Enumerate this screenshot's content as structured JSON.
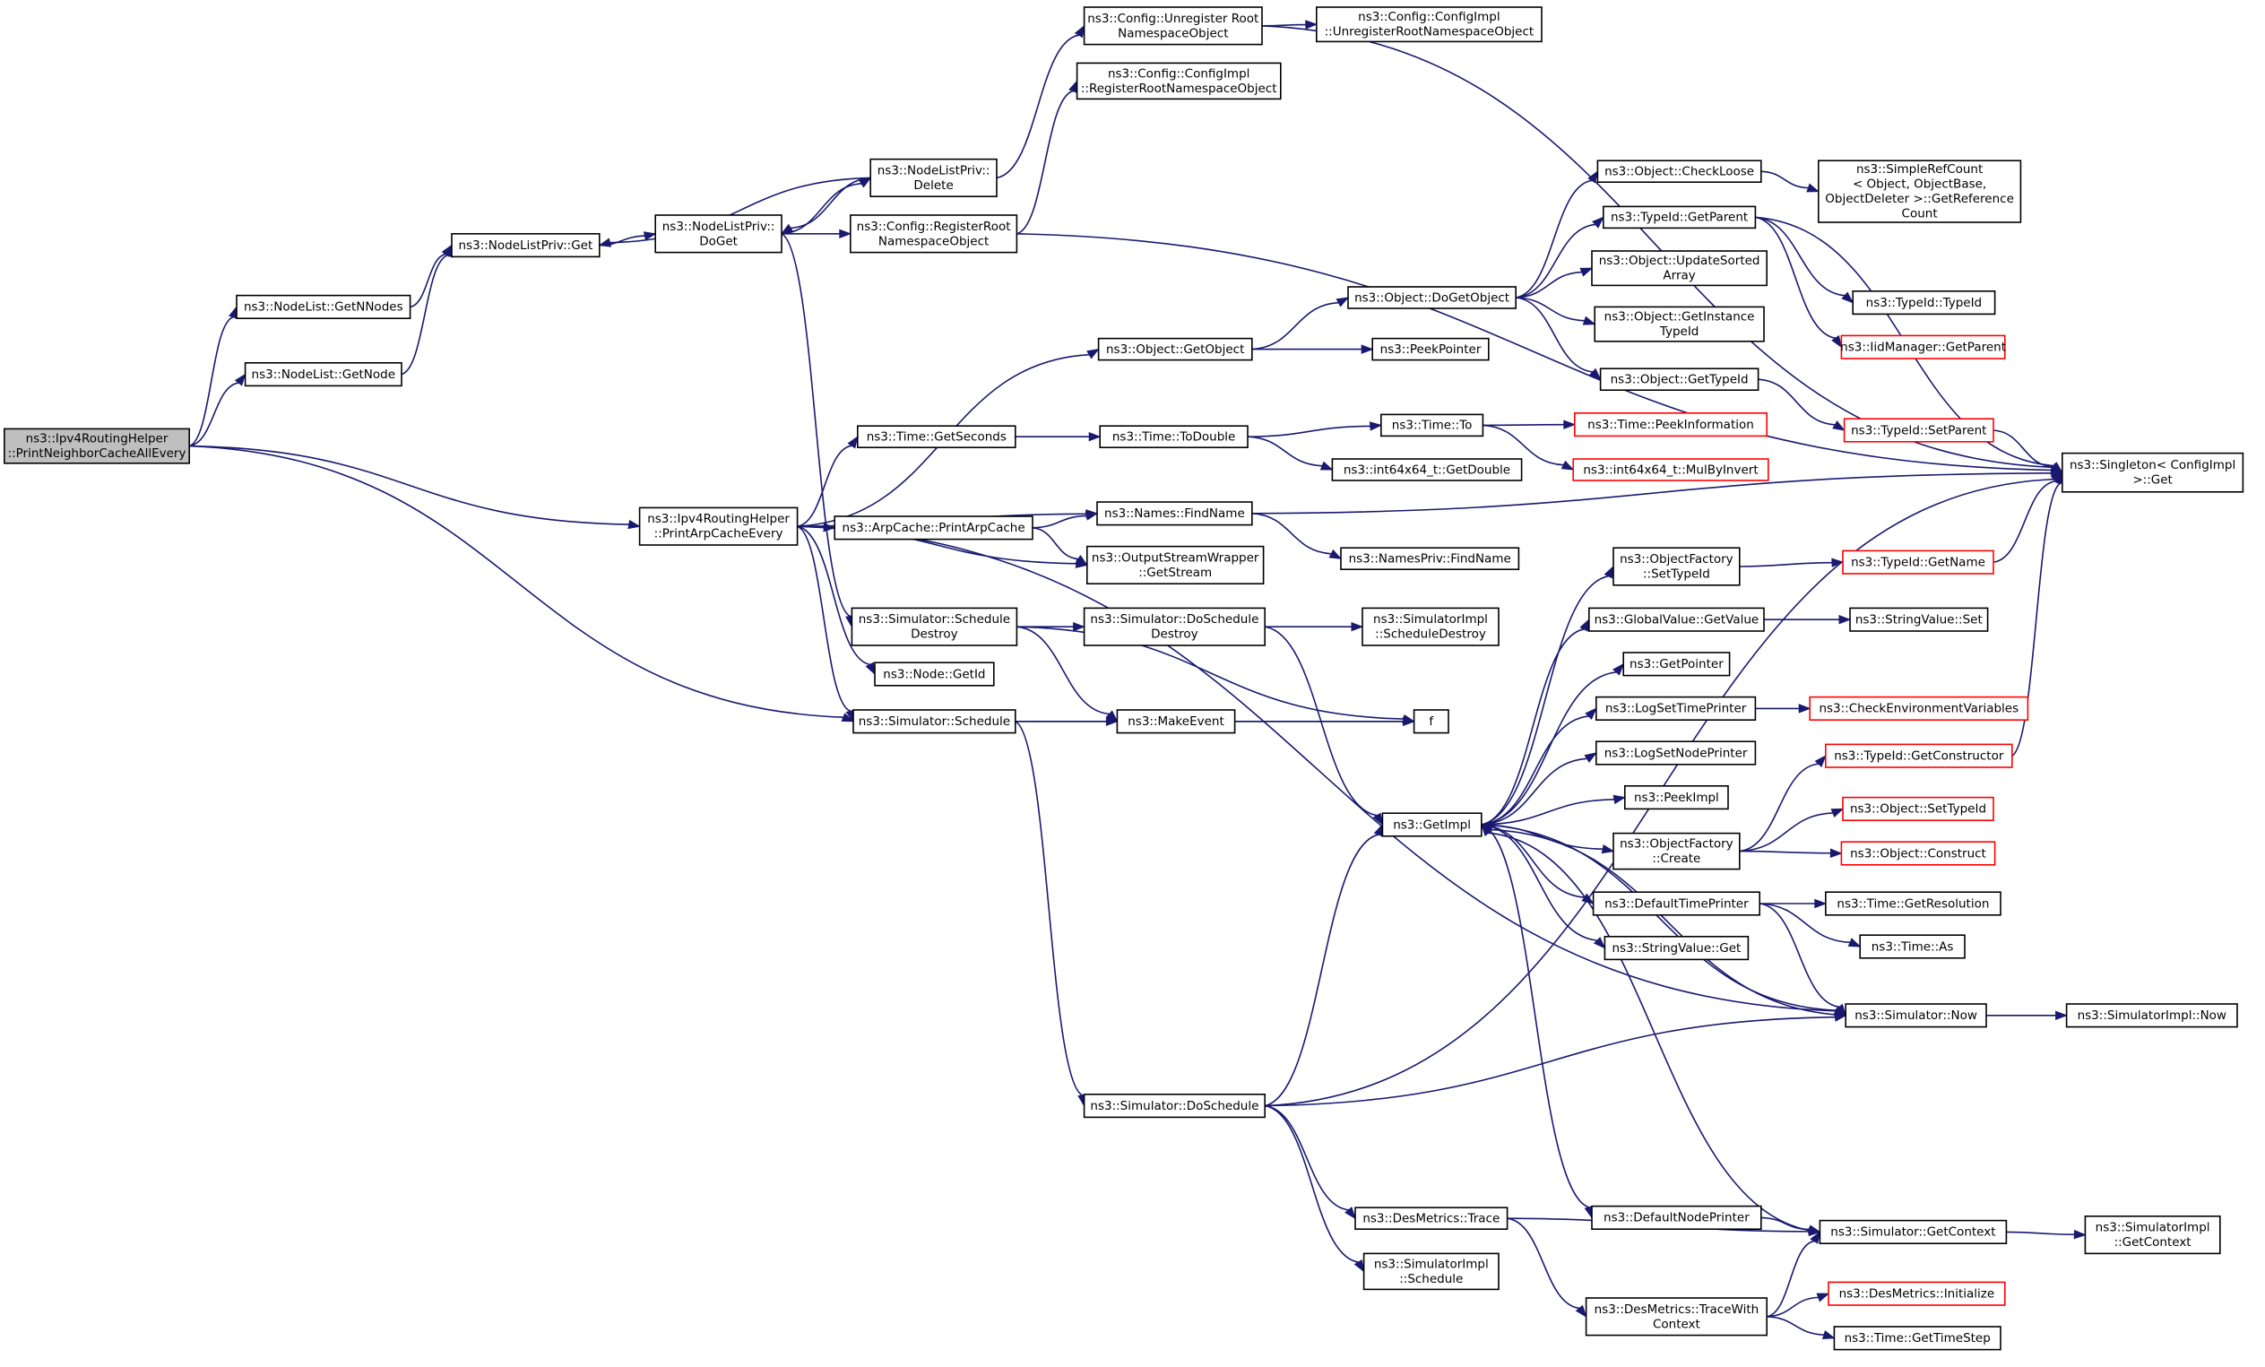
{
  "colors": {
    "edge": "#191970",
    "node_border": "#000000",
    "truncated_node_border": "#ff0000",
    "root_fill": "#bfbfbf",
    "node_fill": "#ffffff"
  },
  "nodes": [
    {
      "id": "root",
      "lines": [
        "ns3::Ipv4RoutingHelper",
        "::PrintNeighborCacheAllEvery"
      ],
      "root": true
    },
    {
      "id": "getnnodes",
      "lines": [
        "ns3::NodeList::GetNNodes"
      ]
    },
    {
      "id": "getnode",
      "lines": [
        "ns3::NodeList::GetNode"
      ]
    },
    {
      "id": "nlpget",
      "lines": [
        "ns3::NodeListPriv::Get"
      ]
    },
    {
      "id": "nlpdoget",
      "lines": [
        "ns3::NodeListPriv::",
        "DoGet"
      ]
    },
    {
      "id": "nlpdelete",
      "lines": [
        "ns3::NodeListPriv::",
        "Delete"
      ]
    },
    {
      "id": "cfgunreg",
      "lines": [
        "ns3::Config::Unregister Root",
        "NamespaceObject"
      ]
    },
    {
      "id": "cfgimplunreg",
      "lines": [
        "ns3::Config::ConfigImpl",
        "::UnregisterRootNamespaceObject"
      ]
    },
    {
      "id": "cfgimplreg",
      "lines": [
        "ns3::Config::ConfigImpl",
        "::RegisterRootNamespaceObject"
      ]
    },
    {
      "id": "cfgreg",
      "lines": [
        "ns3::Config::RegisterRoot",
        "NamespaceObject"
      ]
    },
    {
      "id": "printarp",
      "lines": [
        "ns3::Ipv4RoutingHelper",
        "::PrintArpCacheEvery"
      ]
    },
    {
      "id": "getobject",
      "lines": [
        "ns3::Object::GetObject"
      ]
    },
    {
      "id": "dogetobject",
      "lines": [
        "ns3::Object::DoGetObject"
      ]
    },
    {
      "id": "peekpointer",
      "lines": [
        "ns3::PeekPointer"
      ]
    },
    {
      "id": "checkloose",
      "lines": [
        "ns3::Object::CheckLoose"
      ]
    },
    {
      "id": "simplerefcount",
      "lines": [
        "ns3::SimpleRefCount",
        "< Object, ObjectBase,",
        "ObjectDeleter >::GetReference",
        "Count"
      ]
    },
    {
      "id": "typeidgetparent",
      "lines": [
        "ns3::TypeId::GetParent"
      ]
    },
    {
      "id": "updatesorted",
      "lines": [
        "ns3::Object::UpdateSorted",
        "Array"
      ]
    },
    {
      "id": "getinstancetypeid",
      "lines": [
        "ns3::Object::GetInstance",
        "TypeId"
      ]
    },
    {
      "id": "objgettypeid",
      "lines": [
        "ns3::Object::GetTypeId"
      ]
    },
    {
      "id": "typeidtypeid",
      "lines": [
        "ns3::TypeId::TypeId"
      ]
    },
    {
      "id": "iidgetparent",
      "lines": [
        "ns3::IidManager::GetParent"
      ],
      "truncated": true
    },
    {
      "id": "typeidsetparent",
      "lines": [
        "ns3::TypeId::SetParent"
      ],
      "truncated": true
    },
    {
      "id": "singletonget",
      "lines": [
        "ns3::Singleton< ConfigImpl",
        ">::Get"
      ]
    },
    {
      "id": "timegetseconds",
      "lines": [
        "ns3::Time::GetSeconds"
      ]
    },
    {
      "id": "timetodouble",
      "lines": [
        "ns3::Time::ToDouble"
      ]
    },
    {
      "id": "timeto",
      "lines": [
        "ns3::Time::To"
      ]
    },
    {
      "id": "peekinfo",
      "lines": [
        "ns3::Time::PeekInformation"
      ],
      "truncated": true
    },
    {
      "id": "mulbyinvert",
      "lines": [
        "ns3::int64x64_t::MulByInvert"
      ],
      "truncated": true
    },
    {
      "id": "getdouble",
      "lines": [
        "ns3::int64x64_t::GetDouble"
      ]
    },
    {
      "id": "printarpcache",
      "lines": [
        "ns3::ArpCache::PrintArpCache"
      ]
    },
    {
      "id": "findname",
      "lines": [
        "ns3::Names::FindName"
      ]
    },
    {
      "id": "privfindname",
      "lines": [
        "ns3::NamesPriv::FindName"
      ]
    },
    {
      "id": "getstream",
      "lines": [
        "ns3::OutputStreamWrapper",
        "::GetStream"
      ]
    },
    {
      "id": "simschedd",
      "lines": [
        "ns3::Simulator::Schedule",
        "Destroy"
      ]
    },
    {
      "id": "simdoschedd",
      "lines": [
        "ns3::Simulator::DoSchedule",
        "Destroy"
      ]
    },
    {
      "id": "implschedd",
      "lines": [
        "ns3::SimulatorImpl",
        "::ScheduleDestroy"
      ]
    },
    {
      "id": "nodegetid",
      "lines": [
        "ns3::Node::GetId"
      ]
    },
    {
      "id": "simschedule",
      "lines": [
        "ns3::Simulator::Schedule"
      ]
    },
    {
      "id": "makeevent",
      "lines": [
        "ns3::MakeEvent"
      ]
    },
    {
      "id": "f",
      "lines": [
        "f"
      ]
    },
    {
      "id": "ofsettypeid",
      "lines": [
        "ns3::ObjectFactory",
        "::SetTypeId"
      ]
    },
    {
      "id": "typeidgetname",
      "lines": [
        "ns3::TypeId::GetName"
      ],
      "truncated": true
    },
    {
      "id": "gvgetvalue",
      "lines": [
        "ns3::GlobalValue::GetValue"
      ]
    },
    {
      "id": "svset",
      "lines": [
        "ns3::StringValue::Set"
      ]
    },
    {
      "id": "getpointer",
      "lines": [
        "ns3::GetPointer"
      ]
    },
    {
      "id": "logsettime",
      "lines": [
        "ns3::LogSetTimePrinter"
      ]
    },
    {
      "id": "checkenv",
      "lines": [
        "ns3::CheckEnvironmentVariables"
      ],
      "truncated": true
    },
    {
      "id": "logsetnode",
      "lines": [
        "ns3::LogSetNodePrinter"
      ]
    },
    {
      "id": "typeidgetctor",
      "lines": [
        "ns3::TypeId::GetConstructor"
      ],
      "truncated": true
    },
    {
      "id": "peekimpl",
      "lines": [
        "ns3::PeekImpl"
      ]
    },
    {
      "id": "getimpl",
      "lines": [
        "ns3::GetImpl"
      ]
    },
    {
      "id": "objsettypeid",
      "lines": [
        "ns3::Object::SetTypeId"
      ],
      "truncated": true
    },
    {
      "id": "ofcreate",
      "lines": [
        "ns3::ObjectFactory",
        "::Create"
      ]
    },
    {
      "id": "objconstruct",
      "lines": [
        "ns3::Object::Construct"
      ],
      "truncated": true
    },
    {
      "id": "deftimeprinter",
      "lines": [
        "ns3::DefaultTimePrinter"
      ]
    },
    {
      "id": "timegetres",
      "lines": [
        "ns3::Time::GetResolution"
      ]
    },
    {
      "id": "timeas",
      "lines": [
        "ns3::Time::As"
      ]
    },
    {
      "id": "svget",
      "lines": [
        "ns3::StringValue::Get"
      ]
    },
    {
      "id": "simnow",
      "lines": [
        "ns3::Simulator::Now"
      ]
    },
    {
      "id": "implnow",
      "lines": [
        "ns3::SimulatorImpl::Now"
      ]
    },
    {
      "id": "simdoschedule",
      "lines": [
        "ns3::Simulator::DoSchedule"
      ]
    },
    {
      "id": "destrace",
      "lines": [
        "ns3::DesMetrics::Trace"
      ]
    },
    {
      "id": "defnodeprinter",
      "lines": [
        "ns3::DefaultNodePrinter"
      ]
    },
    {
      "id": "simgetcontext",
      "lines": [
        "ns3::Simulator::GetContext"
      ]
    },
    {
      "id": "implgetcontext",
      "lines": [
        "ns3::SimulatorImpl",
        "::GetContext"
      ]
    },
    {
      "id": "implschedule",
      "lines": [
        "ns3::SimulatorImpl",
        "::Schedule"
      ]
    },
    {
      "id": "tracewithctx",
      "lines": [
        "ns3::DesMetrics::TraceWith",
        "Context"
      ]
    },
    {
      "id": "desinit",
      "lines": [
        "ns3::DesMetrics::Initialize"
      ],
      "truncated": true
    },
    {
      "id": "timegetstep",
      "lines": [
        "ns3::Time::GetTimeStep"
      ]
    }
  ],
  "edges": [
    [
      "root",
      "getnnodes"
    ],
    [
      "root",
      "getnode"
    ],
    [
      "root",
      "printarp"
    ],
    [
      "root",
      "simschedule"
    ],
    [
      "getnnodes",
      "nlpget"
    ],
    [
      "getnode",
      "nlpget"
    ],
    [
      "nlpget",
      "nlpdoget"
    ],
    [
      "nlpdoget",
      "nlpdelete"
    ],
    [
      "nlpdoget",
      "cfgreg"
    ],
    [
      "nlpdoget",
      "simschedd"
    ],
    [
      "nlpdelete",
      "nlpget"
    ],
    [
      "nlpdelete",
      "nlpdoget"
    ],
    [
      "nlpdelete",
      "cfgunreg"
    ],
    [
      "cfgunreg",
      "cfgimplunreg"
    ],
    [
      "cfgunreg",
      "singletonget"
    ],
    [
      "cfgreg",
      "cfgimplreg"
    ],
    [
      "cfgreg",
      "singletonget"
    ],
    [
      "printarp",
      "getobject"
    ],
    [
      "printarp",
      "timegetseconds"
    ],
    [
      "printarp",
      "findname"
    ],
    [
      "printarp",
      "printarpcache"
    ],
    [
      "printarp",
      "getstream"
    ],
    [
      "printarp",
      "nodegetid"
    ],
    [
      "printarp",
      "simschedule"
    ],
    [
      "printarp",
      "simnow"
    ],
    [
      "getobject",
      "dogetobject"
    ],
    [
      "getobject",
      "peekpointer"
    ],
    [
      "dogetobject",
      "checkloose"
    ],
    [
      "dogetobject",
      "typeidgetparent"
    ],
    [
      "dogetobject",
      "updatesorted"
    ],
    [
      "dogetobject",
      "getinstancetypeid"
    ],
    [
      "dogetobject",
      "objgettypeid"
    ],
    [
      "checkloose",
      "simplerefcount"
    ],
    [
      "typeidgetparent",
      "typeidtypeid"
    ],
    [
      "typeidgetparent",
      "iidgetparent"
    ],
    [
      "typeidgetparent",
      "singletonget"
    ],
    [
      "objgettypeid",
      "typeidsetparent"
    ],
    [
      "typeidsetparent",
      "singletonget"
    ],
    [
      "timegetseconds",
      "timetodouble"
    ],
    [
      "timetodouble",
      "timeto"
    ],
    [
      "timetodouble",
      "getdouble"
    ],
    [
      "timeto",
      "peekinfo"
    ],
    [
      "timeto",
      "mulbyinvert"
    ],
    [
      "printarpcache",
      "findname"
    ],
    [
      "printarpcache",
      "getstream"
    ],
    [
      "findname",
      "privfindname"
    ],
    [
      "findname",
      "singletonget"
    ],
    [
      "simschedd",
      "simdoschedd"
    ],
    [
      "simschedd",
      "makeevent"
    ],
    [
      "simschedd",
      "f"
    ],
    [
      "simdoschedd",
      "implschedd"
    ],
    [
      "simdoschedd",
      "getimpl"
    ],
    [
      "simschedule",
      "makeevent"
    ],
    [
      "simschedule",
      "f"
    ],
    [
      "simschedule",
      "simdoschedule"
    ],
    [
      "makeevent",
      "f"
    ],
    [
      "getimpl",
      "ofsettypeid"
    ],
    [
      "getimpl",
      "gvgetvalue"
    ],
    [
      "getimpl",
      "getpointer"
    ],
    [
      "getimpl",
      "logsettime"
    ],
    [
      "getimpl",
      "logsetnode"
    ],
    [
      "getimpl",
      "peekimpl"
    ],
    [
      "getimpl",
      "ofcreate"
    ],
    [
      "getimpl",
      "deftimeprinter"
    ],
    [
      "getimpl",
      "svget"
    ],
    [
      "getimpl",
      "simnow"
    ],
    [
      "getimpl",
      "defnodeprinter"
    ],
    [
      "ofsettypeid",
      "typeidgetname"
    ],
    [
      "typeidgetname",
      "singletonget"
    ],
    [
      "gvgetvalue",
      "svset"
    ],
    [
      "logsettime",
      "checkenv"
    ],
    [
      "ofcreate",
      "typeidgetctor"
    ],
    [
      "ofcreate",
      "objsettypeid"
    ],
    [
      "ofcreate",
      "objconstruct"
    ],
    [
      "typeidgetctor",
      "singletonget"
    ],
    [
      "deftimeprinter",
      "timegetres"
    ],
    [
      "deftimeprinter",
      "timeas"
    ],
    [
      "deftimeprinter",
      "simnow"
    ],
    [
      "simnow",
      "getimpl"
    ],
    [
      "simnow",
      "implnow"
    ],
    [
      "simdoschedule",
      "getimpl"
    ],
    [
      "simdoschedule",
      "simnow"
    ],
    [
      "simdoschedule",
      "destrace"
    ],
    [
      "simdoschedule",
      "implschedule"
    ],
    [
      "simdoschedule",
      "singletonget"
    ],
    [
      "destrace",
      "tracewithctx"
    ],
    [
      "destrace",
      "simgetcontext"
    ],
    [
      "defnodeprinter",
      "simgetcontext"
    ],
    [
      "simgetcontext",
      "getimpl"
    ],
    [
      "simgetcontext",
      "implgetcontext"
    ],
    [
      "tracewithctx",
      "simgetcontext"
    ],
    [
      "tracewithctx",
      "desinit"
    ],
    [
      "tracewithctx",
      "timegetstep"
    ]
  ]
}
